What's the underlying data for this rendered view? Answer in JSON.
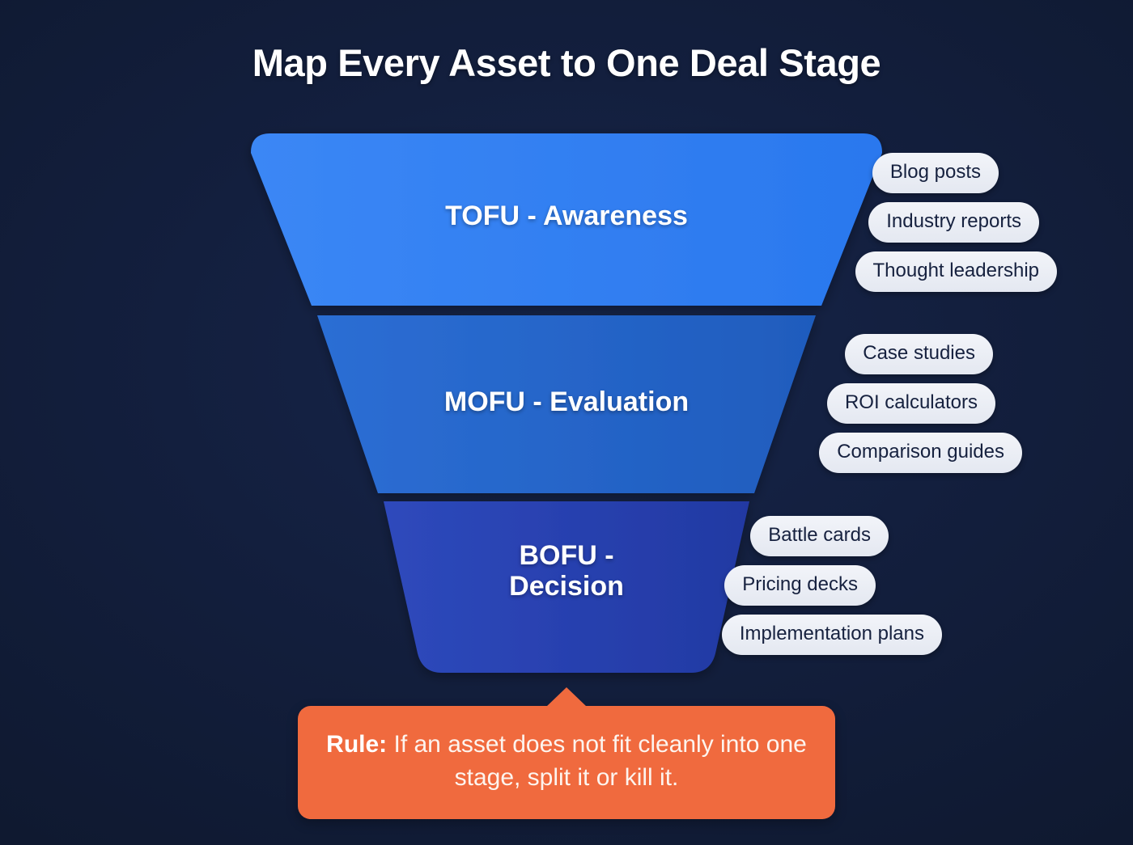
{
  "title": "Map Every Asset to One Deal Stage",
  "colors": {
    "background": "#131f3e",
    "tofu": "#2f7df0",
    "mofu": "#2463c6",
    "bofu": "#2740ad",
    "pill_bg": "#e9edf5",
    "pill_text": "#16213f",
    "callout": "#f06a3e",
    "title_text": "#ffffff"
  },
  "funnel": {
    "stages": [
      {
        "id": "tofu",
        "label": "TOFU - Awareness",
        "color": "#2f7df0",
        "assets": [
          "Blog posts",
          "Industry reports",
          "Thought leadership"
        ]
      },
      {
        "id": "mofu",
        "label": "MOFU - Evaluation",
        "color": "#2463c6",
        "assets": [
          "Case studies",
          "ROI calculators",
          "Comparison guides"
        ]
      },
      {
        "id": "bofu",
        "label": "BOFU - Decision",
        "label_line1": "BOFU -",
        "label_line2": "Decision",
        "color": "#2740ad",
        "assets": [
          "Battle cards",
          "Pricing decks",
          "Implementation plans"
        ]
      }
    ]
  },
  "callout": {
    "prefix": "Rule:",
    "body": " If an asset does not fit cleanly into one stage, split it or kill it.",
    "full": "Rule: If an asset does not fit cleanly into one stage, split it or kill it."
  }
}
